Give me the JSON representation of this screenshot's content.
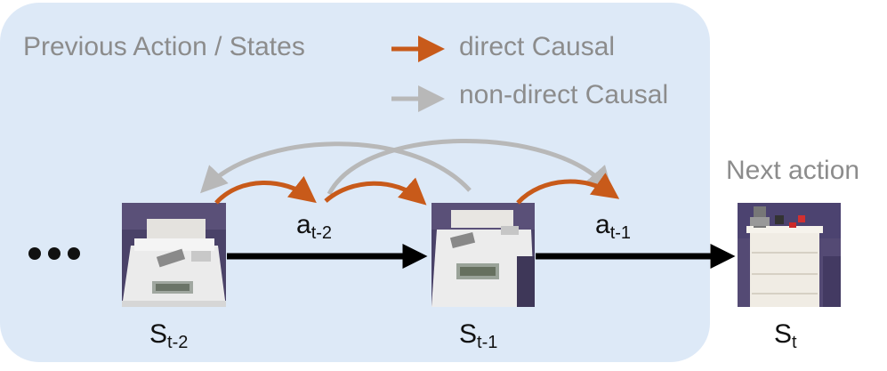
{
  "legend": {
    "title": "Previous Action / States",
    "direct_label": "direct Causal",
    "nondirect_label": "non-direct Causal",
    "direct_color": "#c85a1a",
    "nondirect_color": "#b8b8b8"
  },
  "next_action_label": "Next action",
  "states": [
    {
      "letter": "S",
      "sub": "t-2"
    },
    {
      "letter": "S",
      "sub": "t-1"
    },
    {
      "letter": "S",
      "sub": "t"
    }
  ],
  "actions": [
    {
      "letter": "a",
      "sub": "t-2"
    },
    {
      "letter": "a",
      "sub": "t-1"
    }
  ],
  "colors": {
    "panel": "#dde9f7",
    "main_arrow": "#000000",
    "label_gray": "#8c8c8c"
  },
  "ellipsis_icon": "three-dots"
}
